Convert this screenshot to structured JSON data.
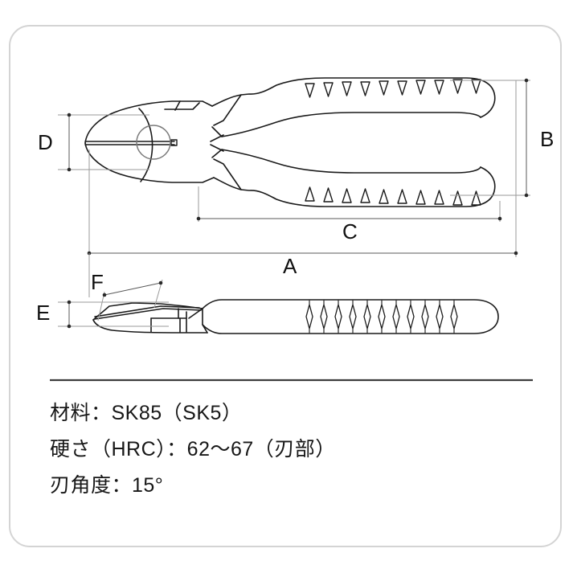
{
  "figure": {
    "title": "Nippers dimensional drawing",
    "background_color": "#ffffff",
    "frame_color": "#d4d4d4",
    "line_color": "#1a1a1a",
    "dimension_line_color": "#8c8c8c"
  },
  "dimensions": {
    "labels": [
      {
        "id": "A",
        "text": "A",
        "view": "top",
        "orientation": "horizontal",
        "description": "overall length"
      },
      {
        "id": "B",
        "text": "B",
        "view": "top",
        "orientation": "vertical",
        "description": "handle spread width"
      },
      {
        "id": "C",
        "text": "C",
        "view": "top",
        "orientation": "horizontal",
        "description": "handle length"
      },
      {
        "id": "D",
        "text": "D",
        "view": "top",
        "orientation": "vertical",
        "description": "jaw head width"
      },
      {
        "id": "E",
        "text": "E",
        "view": "side",
        "orientation": "vertical",
        "description": "head thickness"
      },
      {
        "id": "F",
        "text": "F",
        "view": "side",
        "orientation": "angled",
        "description": "blade edge length"
      }
    ]
  },
  "specs": {
    "lines": [
      "材料：SK85（SK5）",
      "硬さ（HRC）：62〜67（刃部）",
      "刃角度：15°"
    ],
    "material_label": "材料：SK85（SK5）",
    "hardness_label": "硬さ（HRC）：62〜67（刃部）",
    "blade_angle_label": "刃角度：15°"
  }
}
